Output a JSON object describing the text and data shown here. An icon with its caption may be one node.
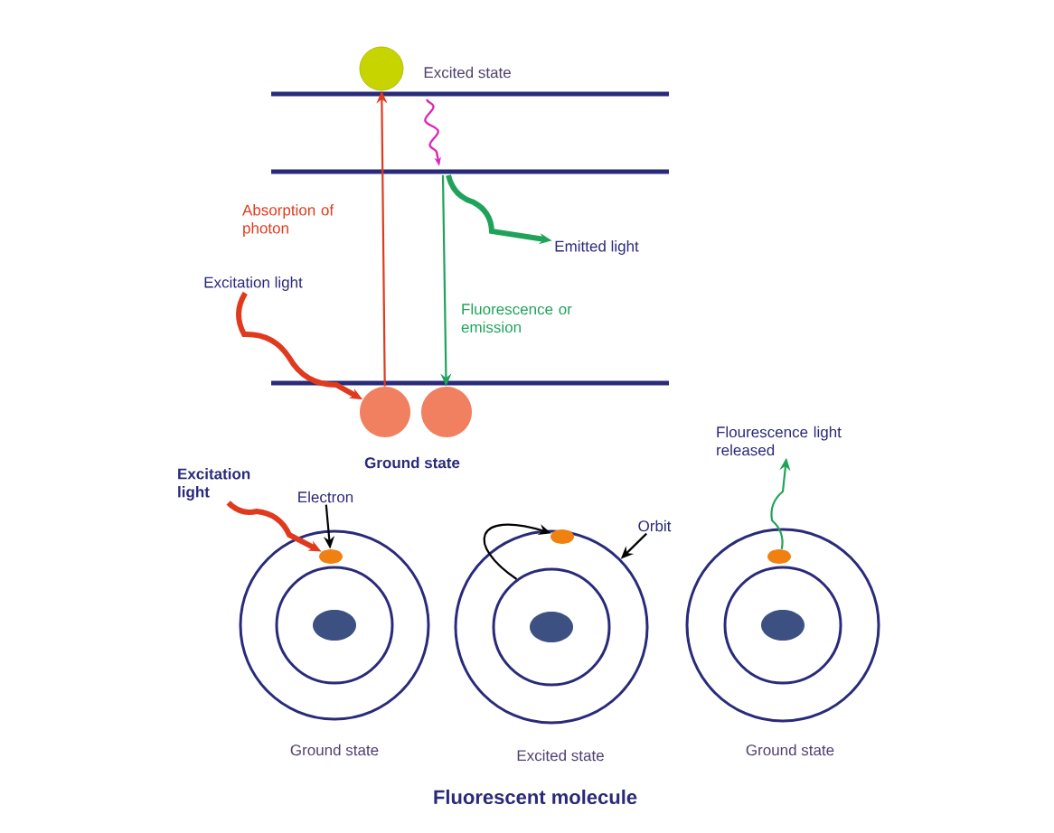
{
  "diagram": {
    "caption": "Fluorescent molecule",
    "nodes": [
      {
        "text": [],
        "shape": "circle",
        "beside": [
          "Excited state"
        ]
      },
      {
        "text": [],
        "shape": "circle"
      },
      {
        "text": [],
        "shape": "circle"
      },
      {
        "text": [
          "Excitation light"
        ]
      },
      {
        "text": [
          "Emitted light"
        ]
      },
      {
        "text": [
          "Excitation light"
        ]
      },
      {
        "text": [
          "Electron"
        ]
      },
      {
        "text": [
          "Orbit"
        ]
      },
      {
        "text": [
          "Flourescence light released"
        ]
      },
      {
        "text": [],
        "shape": "circle",
        "beside": [
          "Ground state"
        ]
      },
      {
        "text": [],
        "shape": "ellipse",
        "in": 9
      },
      {
        "text": [],
        "shape": "circle",
        "beside": [
          "Excited state"
        ]
      },
      {
        "text": [],
        "shape": "ellipse",
        "in": 11
      },
      {
        "text": [],
        "shape": "circle",
        "beside": [
          "Ground state"
        ]
      },
      {
        "text": [],
        "shape": "ellipse",
        "in": 13
      },
      {
        "text": [],
        "shape": "circle",
        "in": 11
      },
      {
        "text": [],
        "shape": "circle",
        "in": 9
      },
      {
        "text": [],
        "shape": "circle",
        "in": 13
      }
    ],
    "edges": [
      {
        "from": 1,
        "to": 0,
        "arrow": "to",
        "label": "Absorption of photon",
        "color": "#e03a1e"
      },
      {
        "from": null,
        "to": 2,
        "arrow": "to",
        "label": "Fluorescence or emission",
        "color": "#1fa35a"
      },
      {
        "from": 3,
        "to": 1,
        "arrow": "to",
        "style": "thick",
        "color": "#e03a1e"
      },
      {
        "from": null,
        "to": 4,
        "arrow": "to",
        "style": "thick",
        "color": "#1fa35a"
      },
      {
        "from": 5,
        "to": 10,
        "arrow": "to",
        "style": "thick",
        "color": "#e03a1e"
      },
      {
        "from": 6,
        "to": 10,
        "arrow": "to",
        "color": "#000000"
      },
      {
        "from": 7,
        "to": 11,
        "arrow": "to",
        "color": "#000000"
      },
      {
        "from": 15,
        "to": 12,
        "arrow": "to",
        "color": "#000000"
      },
      {
        "from": 14,
        "to": 8,
        "arrow": "to",
        "color": "#1fa35a"
      }
    ],
    "labels": [
      "Ground state"
    ]
  }
}
